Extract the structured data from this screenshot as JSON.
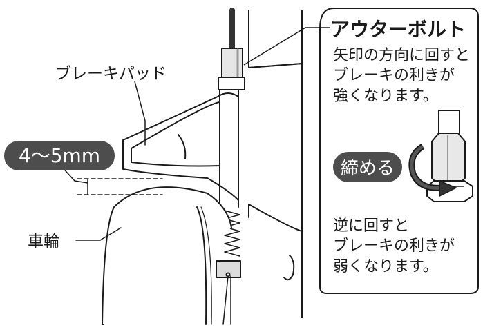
{
  "labels": {
    "brake_pad": "ブレーキパッド",
    "clearance": "4〜5mm",
    "wheel": "車輪"
  },
  "callout": {
    "title": "アウターボルト",
    "tighten_lines": [
      "矢印の方向に回すと",
      "ブレーキの利きが",
      "強くなります。"
    ],
    "tighten_badge": "締める",
    "loosen_lines": [
      "逆に回すと",
      "ブレーキの利きが",
      "弱くなります。"
    ]
  },
  "colors": {
    "badge_fill": "#4d4d4d",
    "badge_text": "#ffffff",
    "line": "#1a1a1a",
    "fill_light": "#ffffff",
    "fill_mid": "#d9d9d9",
    "arrow_fill": "#333333"
  },
  "icons": {
    "rotation_arrow": "clockwise-arrow-icon",
    "bolt": "hex-bolt-icon"
  }
}
